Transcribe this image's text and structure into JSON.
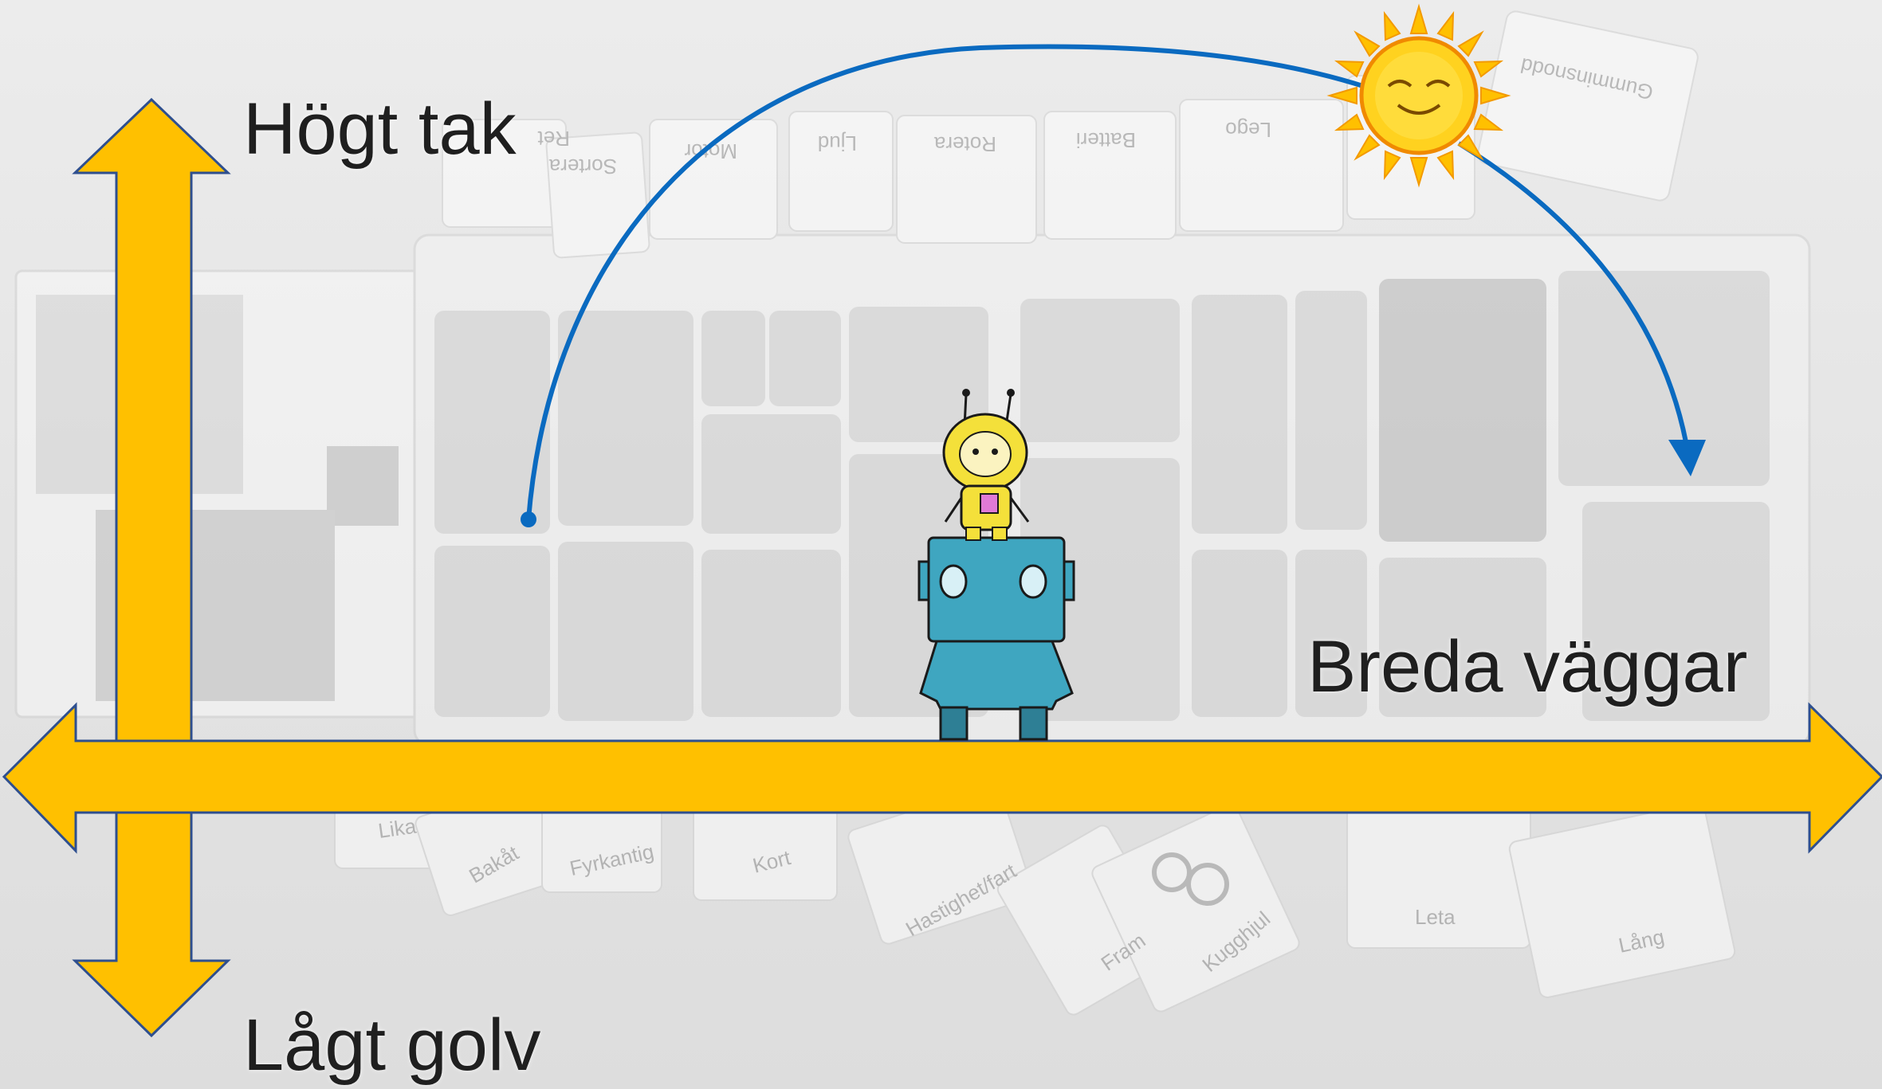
{
  "labels": {
    "top": "Högt tak",
    "wide": "Breda väggar",
    "bottom": "Lågt golv"
  },
  "background_cards": {
    "top_row": [
      "Ret",
      "Sortera",
      "Motor",
      "Ljud",
      "Rotera",
      "Batteri",
      "Lego",
      "Gumminsnodd"
    ],
    "bottom_row": [
      "Lika",
      "Bakåt",
      "Fyrkantig",
      "Kort",
      "Hastighet/fart",
      "Fram",
      "Kugghjul",
      "Leta",
      "Lång"
    ]
  },
  "colors": {
    "arrow_fill": "#FFC000",
    "arrow_stroke": "#2E4F8F",
    "arc": "#0A6AC0",
    "robot_large": "#3FA6C0",
    "robot_small": "#F4E03A",
    "sun": "#FFD21F"
  },
  "icons": [
    "sun-icon",
    "large-robot-icon",
    "small-robot-icon"
  ]
}
